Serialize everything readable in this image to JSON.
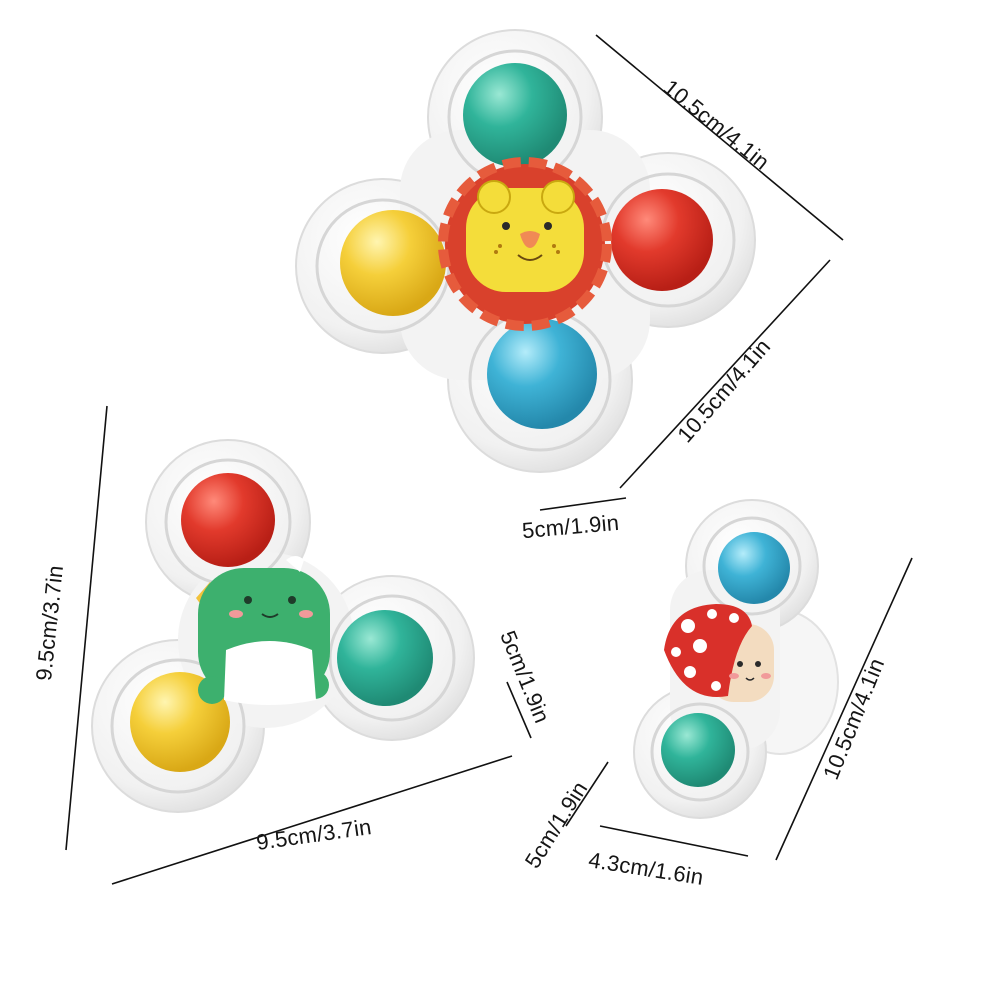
{
  "product": {
    "toys": [
      {
        "name": "lion",
        "character": "lion-face",
        "shape": "four-arm"
      },
      {
        "name": "dinosaur",
        "character": "green-dinosaur",
        "shape": "three-arm"
      },
      {
        "name": "mushroom",
        "character": "red-spotted-mushroom",
        "shape": "two-arm"
      }
    ],
    "colors": {
      "red": "#e23a2c",
      "yellow": "#f5cf3a",
      "teal": "#30b49a",
      "blue": "#3fb3d6",
      "frame": "#f3f3f3",
      "green": "#3db06e"
    }
  },
  "dimensions": {
    "lion_width": "10.5cm/4.1in",
    "lion_height": "10.5cm/4.1in",
    "lion_cup": "5cm/1.9in",
    "dino_height": "9.5cm/3.7in",
    "dino_width": "9.5cm/3.7in",
    "dino_cup": "5cm/1.9in",
    "mush_height": "10.5cm/4.1in",
    "mush_cup": "5cm/1.9in",
    "mush_width": "4.3cm/1.6in"
  }
}
